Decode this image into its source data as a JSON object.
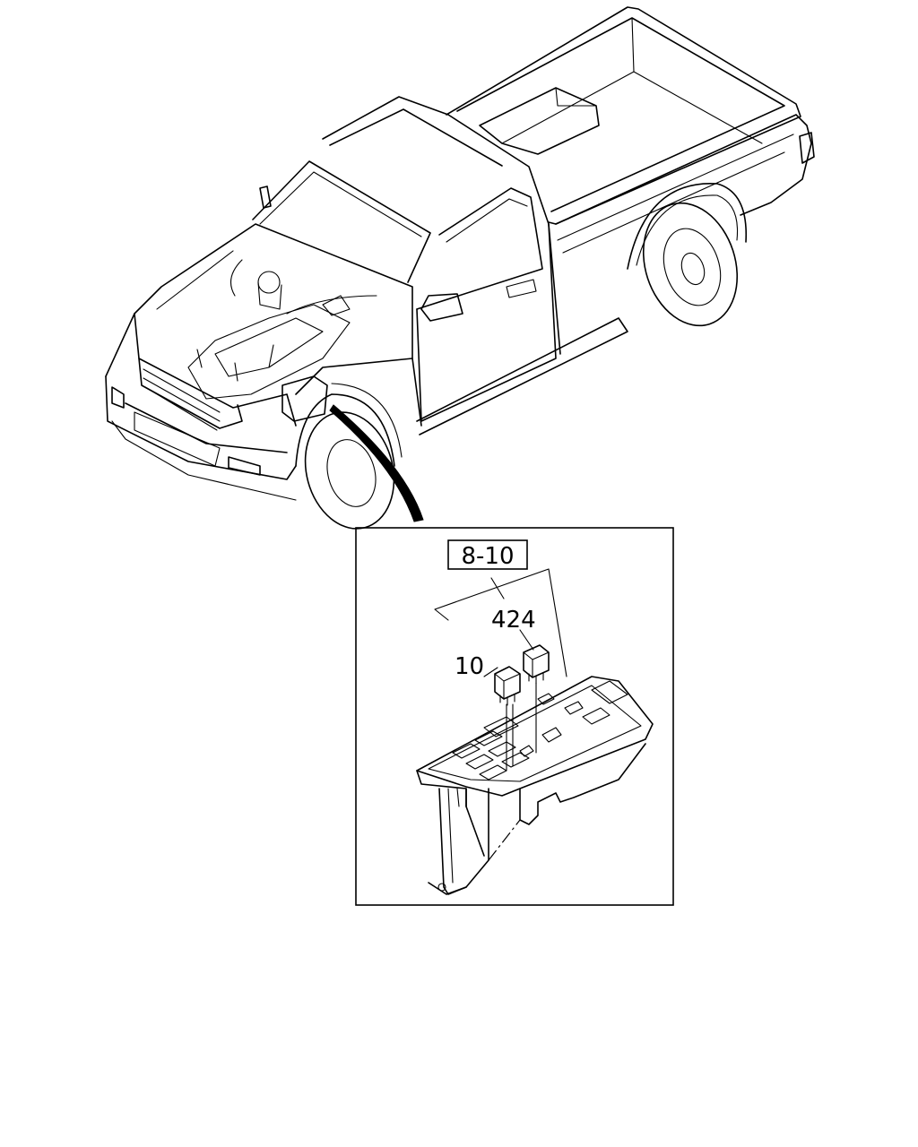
{
  "callouts": {
    "group_ref": "8-10",
    "part_a": "424",
    "part_b": "10"
  },
  "icons": {
    "vehicle": "pickup-truck-illustration",
    "component": "relay-box-illustration"
  }
}
